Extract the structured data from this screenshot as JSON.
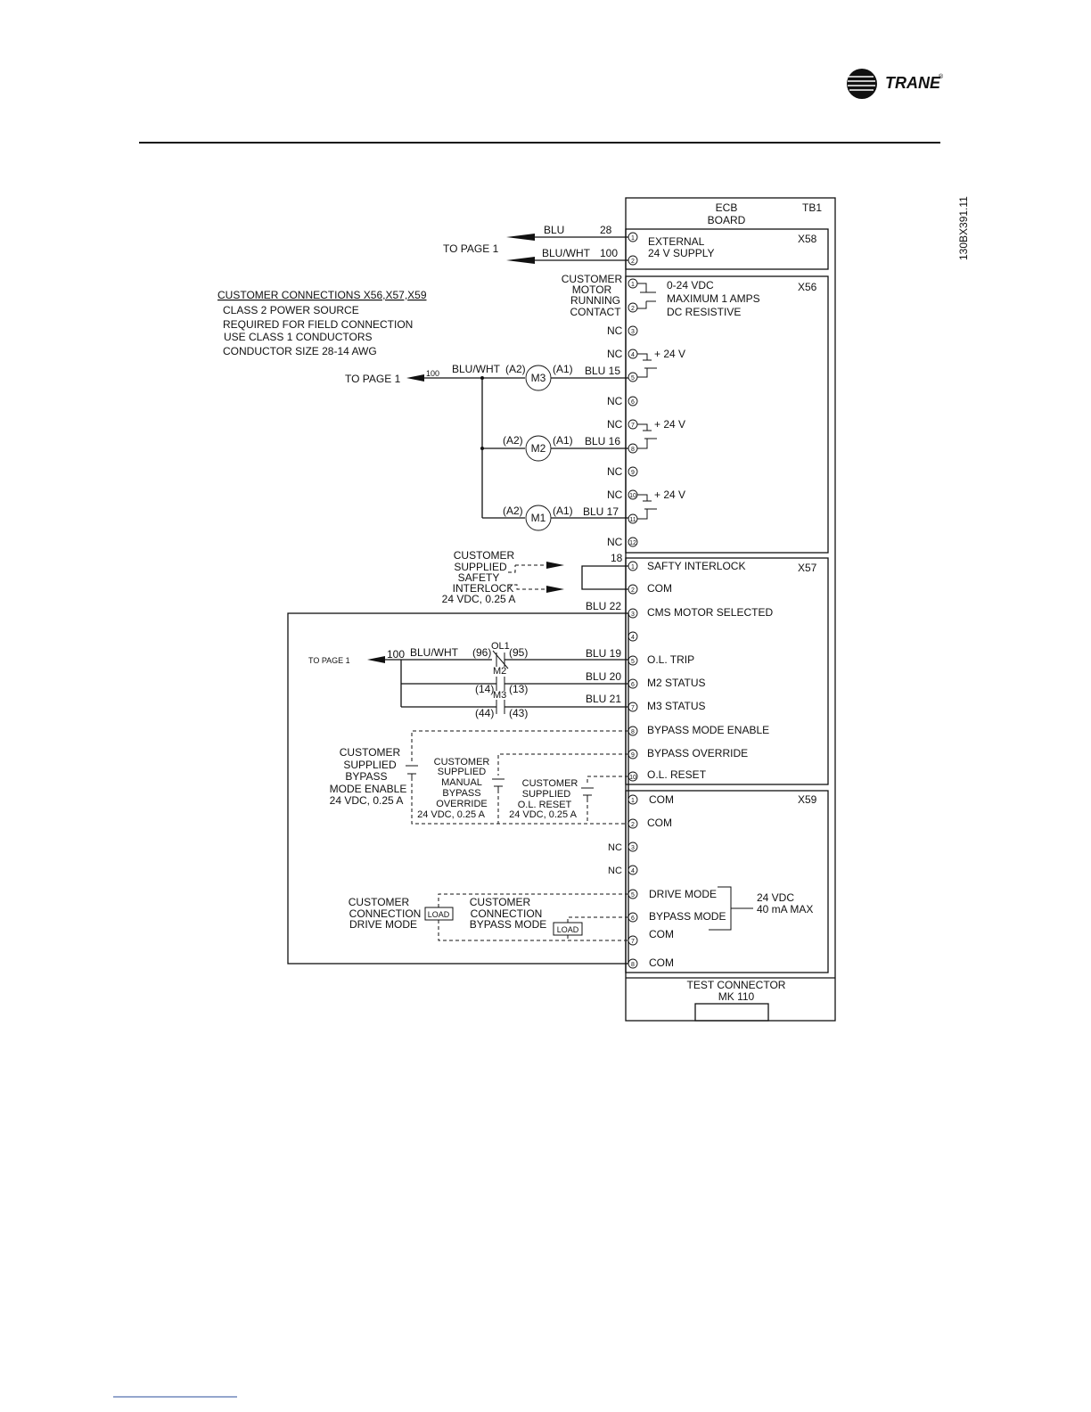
{
  "brand": {
    "name": "TRANE",
    "mark": "®"
  },
  "doc_code": "130BX391.11",
  "board": {
    "title_line1": "ECB",
    "title_line2": "BOARD",
    "tb": "TB1"
  },
  "x58": {
    "name": "X58",
    "label_line1": "EXTERNAL",
    "label_line2": "24 V SUPPLY",
    "wires": [
      {
        "color": "BLU",
        "num": "28"
      },
      {
        "color": "BLU/WHT",
        "num": "100"
      }
    ],
    "to_page": "TO PAGE 1",
    "pins": [
      "1",
      "2"
    ]
  },
  "x56": {
    "name": "X56",
    "contact_label": [
      "CUSTOMER",
      "MOTOR",
      "RUNNING",
      "CONTACT"
    ],
    "rating": [
      "0-24 VDC",
      "MAXIMUM 1 AMPS",
      "DC RESISTIVE"
    ],
    "pins": [
      "1",
      "2",
      "3",
      "4",
      "5",
      "6",
      "7",
      "8",
      "9",
      "10",
      "11",
      "12"
    ],
    "nc": "NC",
    "v24": "+ 24 V"
  },
  "notes": {
    "title": "CUSTOMER CONNECTIONS X56,X57,X59",
    "lines": [
      "CLASS 2 POWER SOURCE",
      "REQUIRED FOR FIELD CONNECTION",
      "USE CLASS 1 CONDUCTORS",
      "CONDUCTOR SIZE 28-14 AWG"
    ]
  },
  "motors": {
    "to_page": "TO PAGE 1",
    "wire_num": "100",
    "wire_color": "BLU/WHT",
    "a2": "(A2)",
    "a1": "(A1)",
    "items": [
      {
        "id": "M3",
        "wire": "BLU 15"
      },
      {
        "id": "M2",
        "wire": "BLU 16"
      },
      {
        "id": "M1",
        "wire": "BLU 17"
      }
    ]
  },
  "x57": {
    "name": "X57",
    "pins": [
      "1",
      "2",
      "3",
      "4",
      "5",
      "6",
      "7",
      "8",
      "9",
      "10"
    ],
    "labels": [
      "SAFTY INTERLOCK",
      "COM",
      "CMS MOTOR SELECTED",
      "",
      "O.L. TRIP",
      "M2 STATUS",
      "M3 STATUS",
      "BYPASS MODE ENABLE",
      "BYPASS OVERRIDE",
      "O.L. RESET"
    ],
    "safety": {
      "lines": [
        "CUSTOMER",
        "SUPPLIED",
        "SAFETY",
        "INTERLOCK",
        "24 VDC, 0.25 A"
      ],
      "wire": "18"
    },
    "wires": {
      "w22": "BLU 22",
      "w19": "BLU 19",
      "w20": "BLU 20",
      "w21": "BLU 21"
    },
    "to_page": "TO PAGE 1",
    "wire_num": "100",
    "wire_color": "BLU/WHT",
    "ol1": {
      "id": "OL1",
      "a": "(96)",
      "b": "(95)"
    },
    "m2c": {
      "id": "M2",
      "a": "(14)",
      "b": "(13)"
    },
    "m3c": {
      "id": "M3",
      "a": "(44)",
      "b": "(43)"
    },
    "bypass_enable": [
      "CUSTOMER",
      "SUPPLIED",
      "BYPASS",
      "MODE ENABLE",
      "24 VDC, 0.25 A"
    ],
    "manual_override": [
      "CUSTOMER",
      "SUPPLIED",
      "MANUAL",
      "BYPASS",
      "OVERRIDE",
      "24 VDC, 0.25 A"
    ],
    "ol_reset": [
      "CUSTOMER",
      "SUPPLIED",
      "O.L. RESET",
      "24 VDC, 0.25 A"
    ]
  },
  "x59": {
    "name": "X59",
    "pins": [
      "1",
      "2",
      "3",
      "4",
      "5",
      "6",
      "7",
      "8"
    ],
    "labels": [
      "COM",
      "COM",
      "",
      "",
      "DRIVE MODE",
      "BYPASS MODE",
      "COM",
      "COM"
    ],
    "nc": "NC",
    "rating": [
      "24 VDC",
      "40 mA MAX"
    ],
    "drive": [
      "CUSTOMER",
      "CONNECTION",
      "DRIVE MODE"
    ],
    "bypass": [
      "CUSTOMER",
      "CONNECTION",
      "BYPASS MODE"
    ],
    "load": "LOAD"
  },
  "test_connector": {
    "line1": "TEST CONNECTOR",
    "line2": "MK 110"
  }
}
